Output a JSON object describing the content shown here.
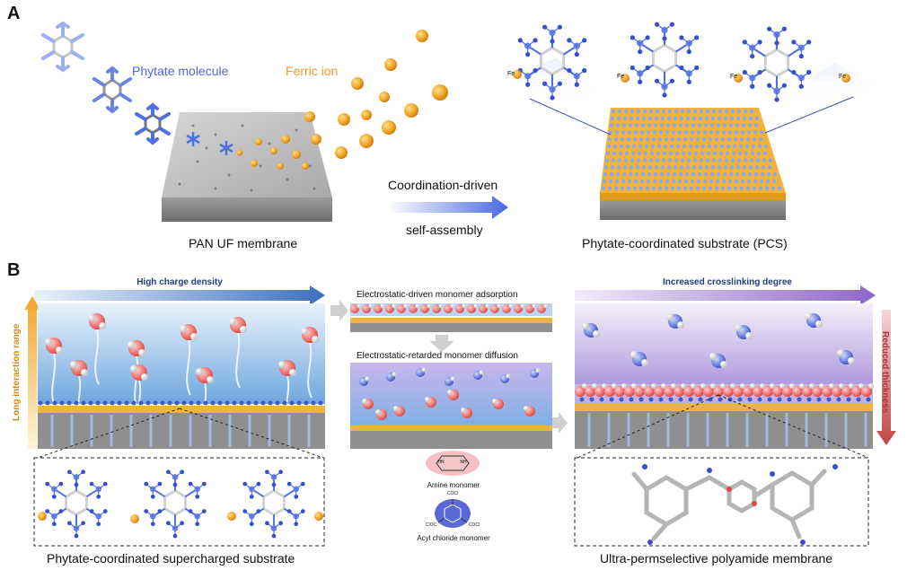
{
  "panel_a": {
    "letter": "A",
    "phytate_label": "Phytate molecule",
    "ferric_label": "Ferric ion",
    "pan_label": "PAN UF membrane",
    "arrow_top": "Coordination-driven",
    "arrow_bottom": "self-assembly",
    "pcs_label": "Phytate-coordinated substrate (PCS)",
    "fe_symbol": "Fe"
  },
  "panel_b": {
    "letter": "B",
    "left": {
      "top_arrow": "High charge density",
      "side_arrow": "Long interaction range",
      "caption": "Phytate-coordinated supercharged substrate"
    },
    "middle": {
      "step1": "Electrostatic-driven monomer adsorption",
      "step2": "Electrostatic-retarded monomer diffusion",
      "amine": "Amine monomer",
      "acyl": "Acyl chloride monomer",
      "cocl": "COCl",
      "clocl": "ClOC",
      "nh": "NH",
      "hn": "HN"
    },
    "right": {
      "top_arrow": "Increased crosslinking degree",
      "side_arrow": "Reduced thickness",
      "caption": "Ultra-permselective polyamide membrane"
    }
  },
  "colors": {
    "blue_accent": "#3a5bd9",
    "orange_accent": "#f2a32a",
    "red_accent": "#c0392b",
    "substrate_gray": "#8f8f8f"
  }
}
